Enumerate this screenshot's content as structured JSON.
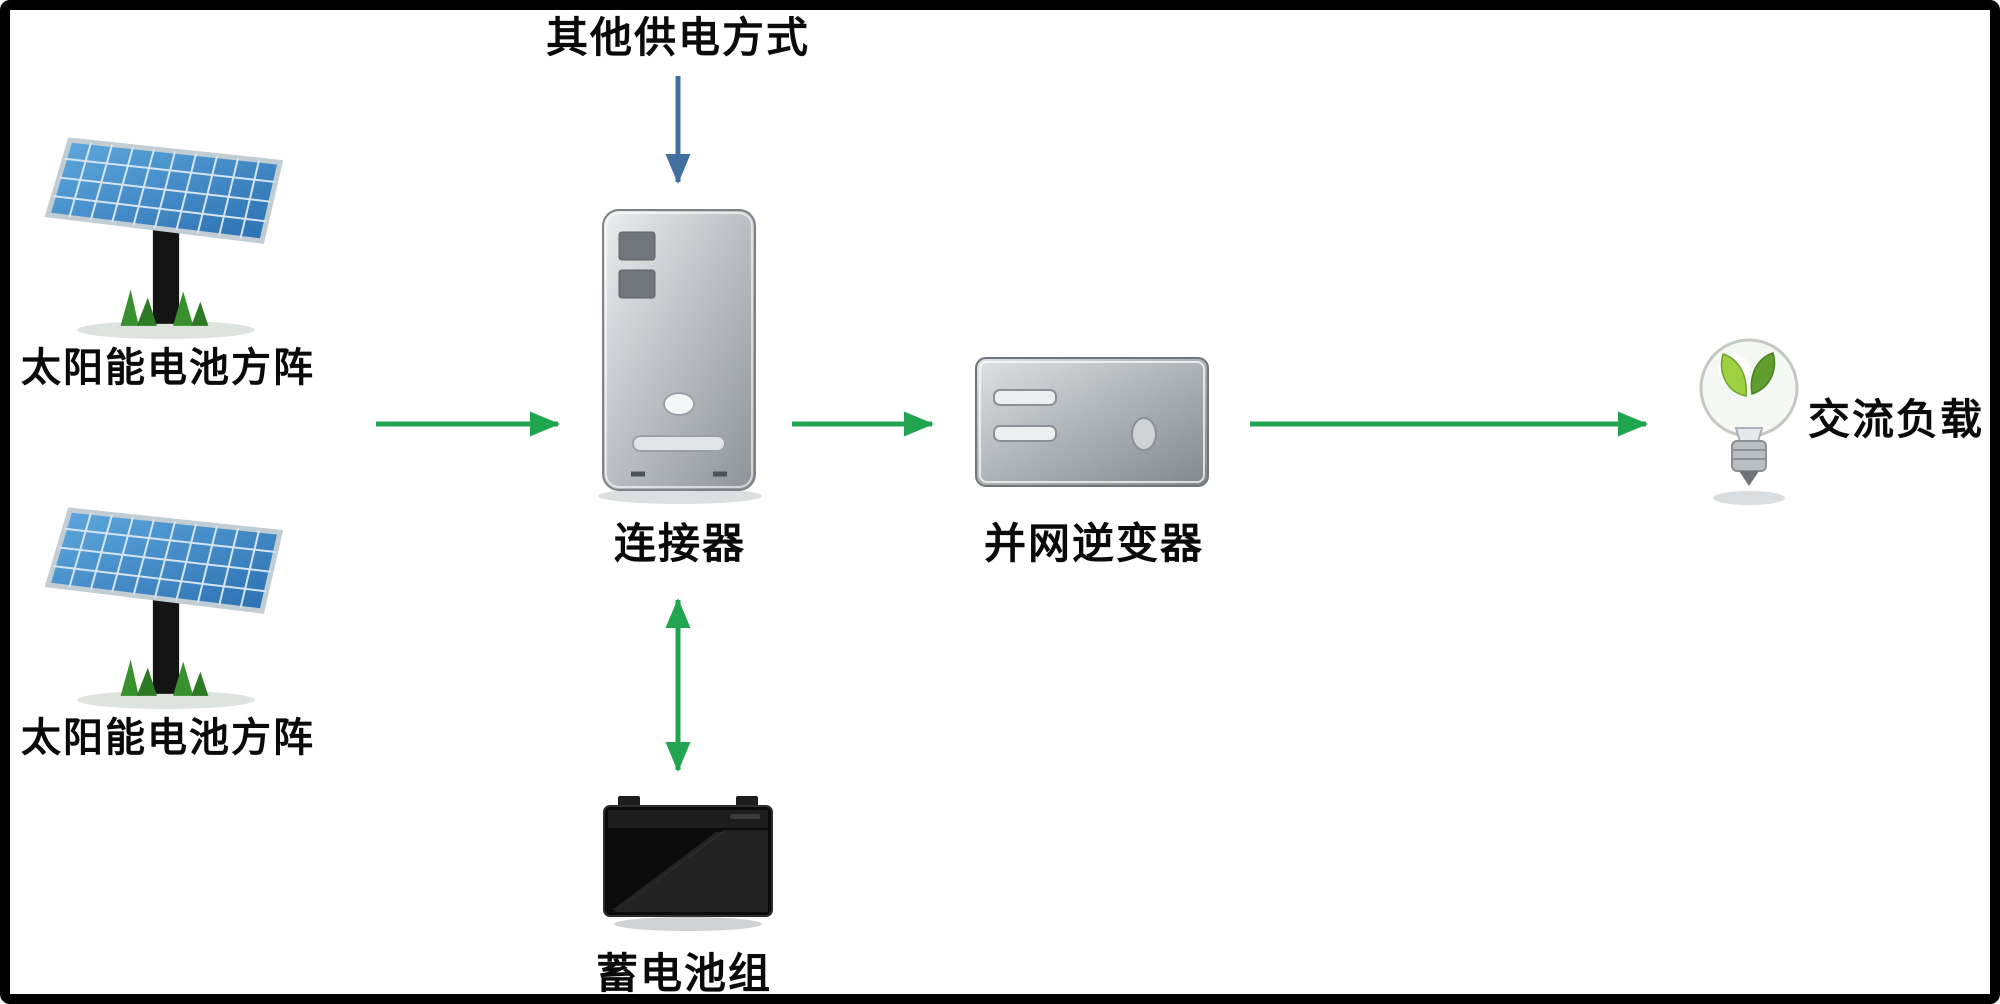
{
  "diagram": {
    "type": "flow-diagram",
    "nodes": {
      "other_supply": {
        "label": "其他供电方式"
      },
      "solar_array_1": {
        "label": "太阳能电池方阵"
      },
      "solar_array_2": {
        "label": "太阳能电池方阵"
      },
      "connector": {
        "label": "连接器"
      },
      "grid_inverter": {
        "label": "并网逆变器"
      },
      "ac_load": {
        "label": "交流负载"
      },
      "battery_pack": {
        "label": "蓄电池组"
      }
    },
    "edges": [
      {
        "from": "太阳能电池方阵",
        "to": "连接器",
        "type": "one-way"
      },
      {
        "from": "其他供电方式",
        "to": "连接器",
        "type": "one-way"
      },
      {
        "from": "连接器",
        "to": "并网逆变器",
        "type": "one-way"
      },
      {
        "from": "并网逆变器",
        "to": "交流负载",
        "type": "one-way"
      },
      {
        "from": "连接器",
        "to": "蓄电池组",
        "type": "two-way"
      }
    ],
    "colors": {
      "flow_arrow": "#22a551",
      "supply_arrow": "#41709f",
      "frame": "#000000"
    }
  }
}
